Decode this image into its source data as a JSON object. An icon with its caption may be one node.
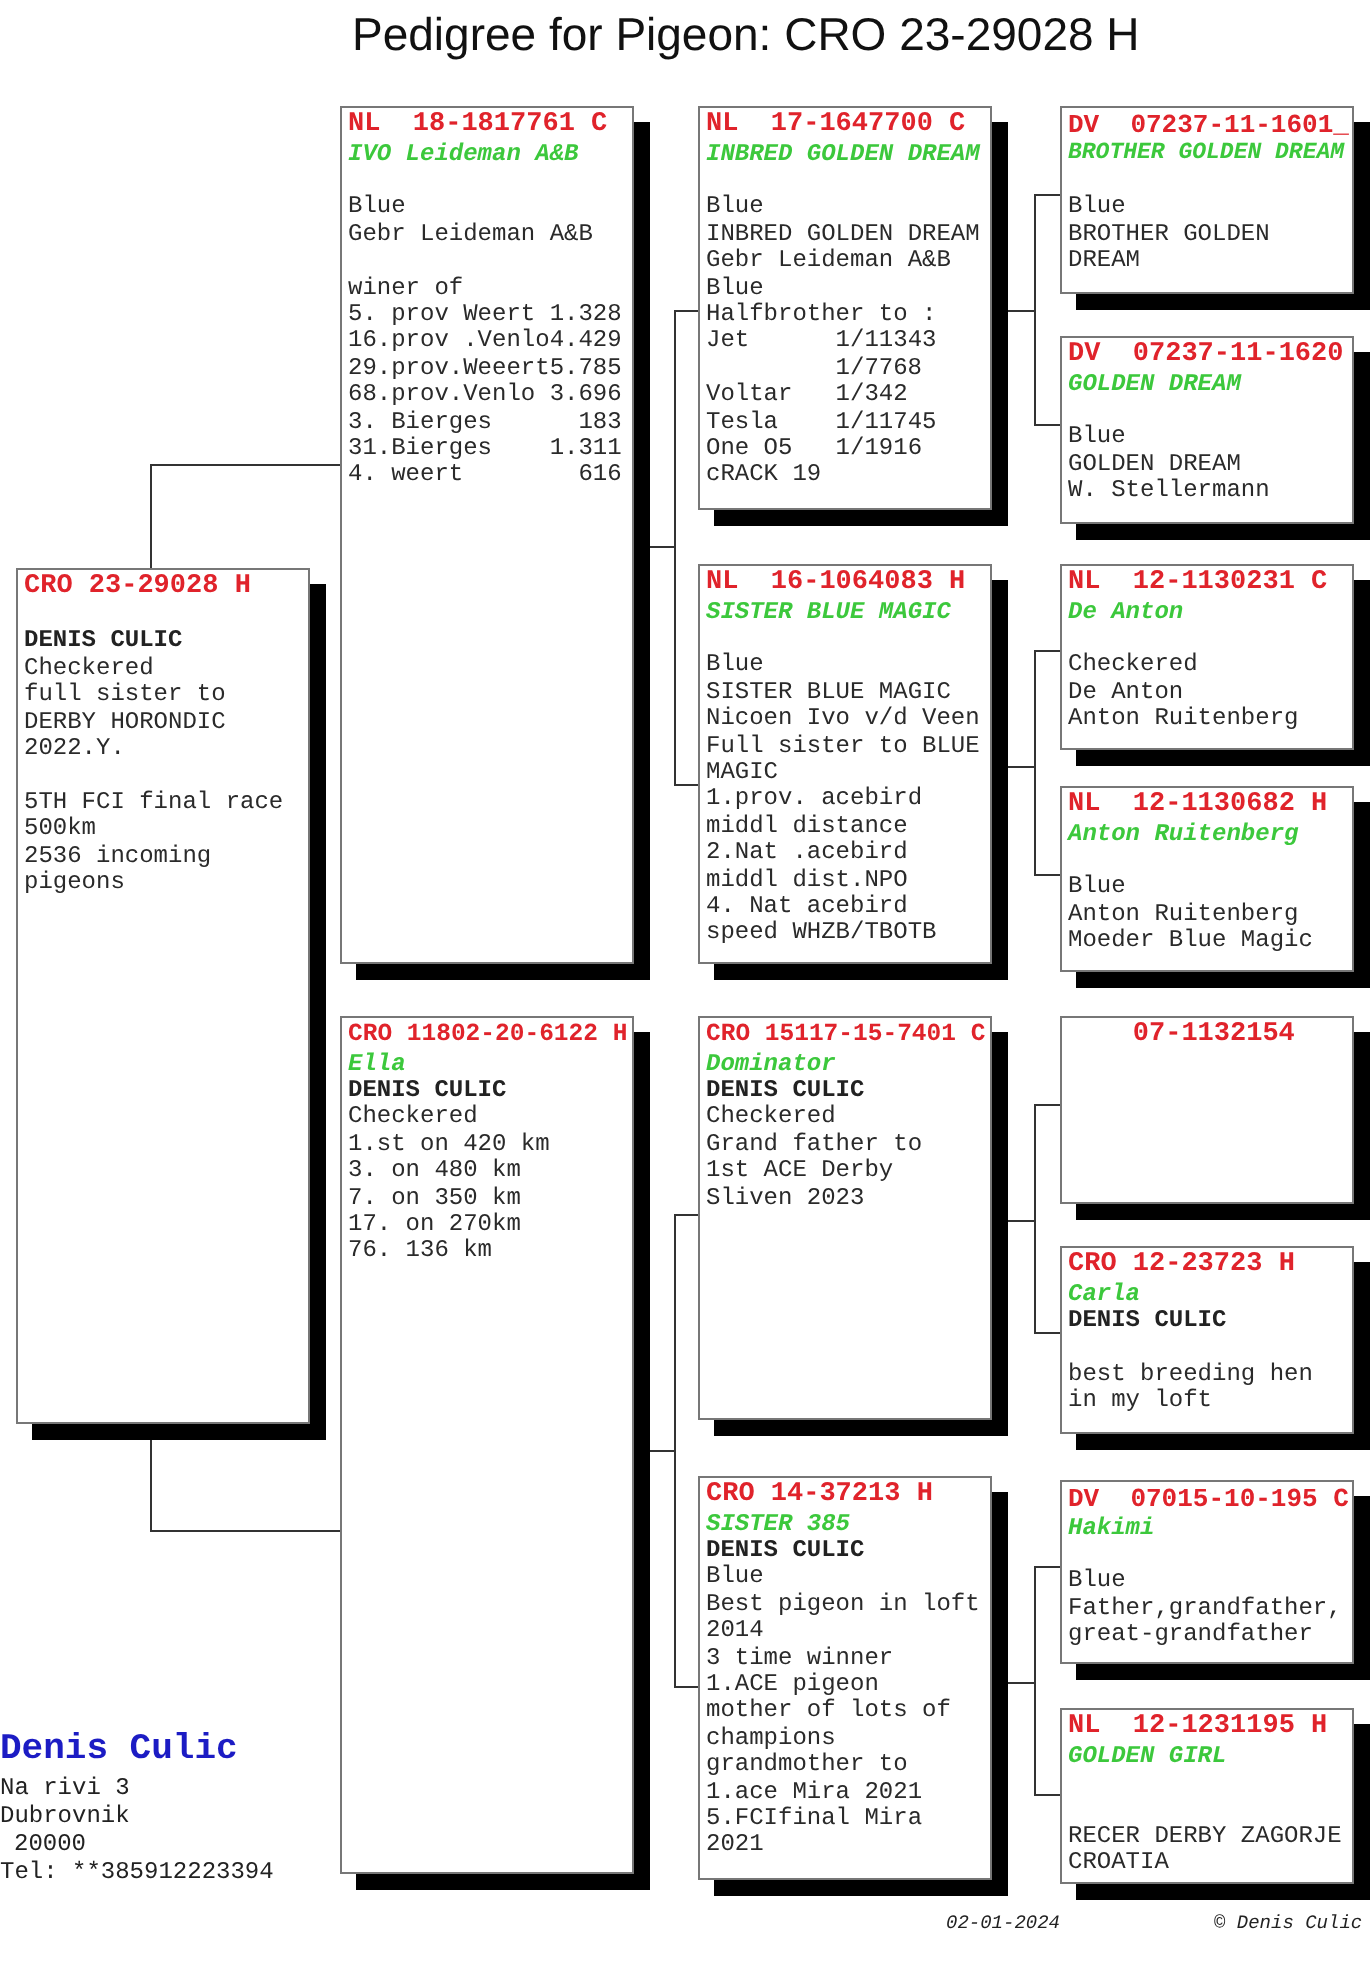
{
  "diagram": {
    "title": "Pedigree for Pigeon: CRO 23-29028 H",
    "nodes": [
      {
        "text": [
          "CRO 23-29028 H",
          "DENIS CULIC",
          "Checkered",
          "full sister to DERBY HORONDIC 2022.Y.",
          "5TH FCI final race 500km",
          "2536 incoming pigeons"
        ]
      },
      {
        "text": [
          "NL  18-1817761 C",
          "IVO Leideman A&B",
          "Blue",
          "Gebr Leideman A&B",
          "winer of",
          "5. prov Weert 1.328",
          "16.prov .Venlo4.429",
          "29.prov.Weeert5.785",
          "68.prov.Venlo 3.696",
          "3. Bierges      183",
          "31.Bierges    1.311",
          "4. weert        616"
        ]
      },
      {
        "text": [
          "CRO 11802-20-6122 H",
          "Ella",
          "DENIS CULIC",
          "Checkered",
          "1.st on 420 km",
          "3. on 480 km",
          "7. on 350 km",
          "17. on 270km",
          "76. 136 km"
        ]
      },
      {
        "text": [
          "NL  17-1647700 C",
          "INBRED GOLDEN DREAM",
          "Blue",
          "INBRED GOLDEN DREAM",
          "Gebr Leideman A&B",
          "Blue",
          "Halfbrother to :",
          "Jet      1/11343",
          "1/7768",
          "Voltar   1/342",
          "Tesla    1/11745",
          "One O5   1/1916",
          "cRACK 19"
        ]
      },
      {
        "text": [
          "NL  16-1064083 H",
          "SISTER BLUE MAGIC",
          "Blue",
          "SISTER BLUE MAGIC",
          "Nicoen Ivo v/d Veen",
          "Full sister to BLUE MAGIC",
          "1.prov. acebird middl distance",
          "2.Nat .acebird middl dist.NPO",
          "4. Nat acebird speed WHZB/TBOTB"
        ]
      },
      {
        "text": [
          "CRO 15117-15-7401 C",
          "Dominator",
          "DENIS CULIC",
          "Checkered",
          "Grand father to",
          "1st ACE Derby Sliven 2023"
        ]
      },
      {
        "text": [
          "CRO 14-37213 H",
          "SISTER 385",
          "DENIS CULIC",
          "Blue",
          "Best pigeon in loft 2014",
          "3 time winner",
          "1.ACE pigeon",
          "mother of lots of champions",
          "grandmother to 1.ace Mira 2021",
          "5.FCIfinal Mira 2021"
        ]
      },
      {
        "text": [
          "DV  07237-11-1601_",
          "BROTHER GOLDEN DREAM",
          "Blue",
          "BROTHER GOLDEN DREAM"
        ]
      },
      {
        "text": [
          "DV  07237-11-1620",
          "GOLDEN DREAM",
          "Blue",
          "GOLDEN DREAM",
          "W. Stellermann"
        ]
      },
      {
        "text": [
          "NL  12-1130231 C",
          "De Anton",
          "Checkered",
          "De Anton",
          "Anton Ruitenberg"
        ]
      },
      {
        "text": [
          "NL  12-1130682 H",
          "Anton Ruitenberg",
          "Blue",
          "Anton Ruitenberg",
          "Moeder Blue Magic"
        ]
      },
      {
        "text": [
          "07-1132154"
        ]
      },
      {
        "text": [
          "CRO 12-23723 H",
          "Carla",
          "DENIS CULIC",
          "best breeding hen in my loft"
        ]
      },
      {
        "text": [
          "DV  07015-10-195 C",
          "Hakimi",
          "Blue",
          "Father,grandfather, great-grandfather"
        ]
      },
      {
        "text": [
          "NL  12-1231195 H",
          "GOLDEN GIRL",
          "RECER DERBY ZAGORJE CROATIA"
        ]
      }
    ],
    "edges": [
      {
        "from": 0,
        "to": 1,
        "arrow": "none"
      },
      {
        "from": 0,
        "to": 2,
        "arrow": "none"
      },
      {
        "from": 1,
        "to": 3,
        "arrow": "none"
      },
      {
        "from": 1,
        "to": 4,
        "arrow": "none"
      },
      {
        "from": 2,
        "to": 5,
        "arrow": "none"
      },
      {
        "from": 2,
        "to": 6,
        "arrow": "none"
      },
      {
        "from": 3,
        "to": 7,
        "arrow": "none"
      },
      {
        "from": 3,
        "to": 8,
        "arrow": "none"
      },
      {
        "from": 4,
        "to": 9,
        "arrow": "none"
      },
      {
        "from": 4,
        "to": 10,
        "arrow": "none"
      },
      {
        "from": 5,
        "to": 11,
        "arrow": "none"
      },
      {
        "from": 5,
        "to": 12,
        "arrow": "none"
      },
      {
        "from": 6,
        "to": 13,
        "arrow": "none"
      },
      {
        "from": 6,
        "to": 14,
        "arrow": "none"
      }
    ],
    "labels": [
      "Denis Culic",
      "Na rivi 3",
      "Dubrovnik",
      "20000",
      "Tel: **385912223394",
      "02-01-2024",
      "© Denis Culic"
    ]
  }
}
